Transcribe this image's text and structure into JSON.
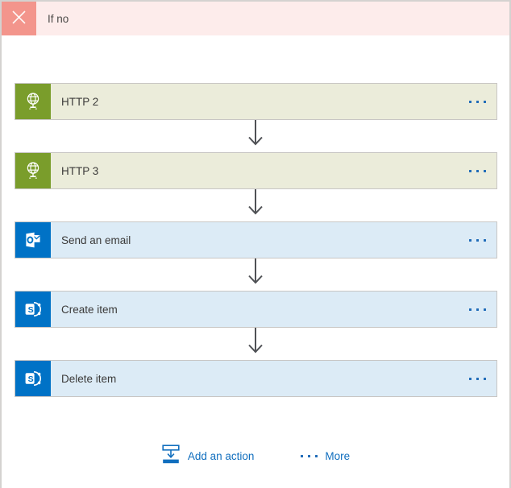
{
  "branch": {
    "title": "If no"
  },
  "cards": [
    {
      "title": "HTTP 2",
      "connector": "HTTP",
      "icon": "globe-icon"
    },
    {
      "title": "HTTP 3",
      "connector": "HTTP",
      "icon": "globe-icon"
    },
    {
      "title": "Send an email",
      "connector": "Outlook",
      "icon": "outlook-icon"
    },
    {
      "title": "Create item",
      "connector": "SharePoint",
      "icon": "sharepoint-icon"
    },
    {
      "title": "Delete item",
      "connector": "SharePoint",
      "icon": "sharepoint-icon"
    }
  ],
  "footer": {
    "add_action_label": "Add an action",
    "more_label": "More"
  },
  "colors": {
    "branch_header_bg": "#fdeceb",
    "branch_close_bg": "#f3958c",
    "http_icon_bg": "#7a9d2b",
    "http_card_bg": "#ebecda",
    "office_icon_bg": "#0072c6",
    "office_card_bg": "#dcebf6",
    "link_blue": "#106ebe",
    "arrow_gray": "#4f5155"
  }
}
